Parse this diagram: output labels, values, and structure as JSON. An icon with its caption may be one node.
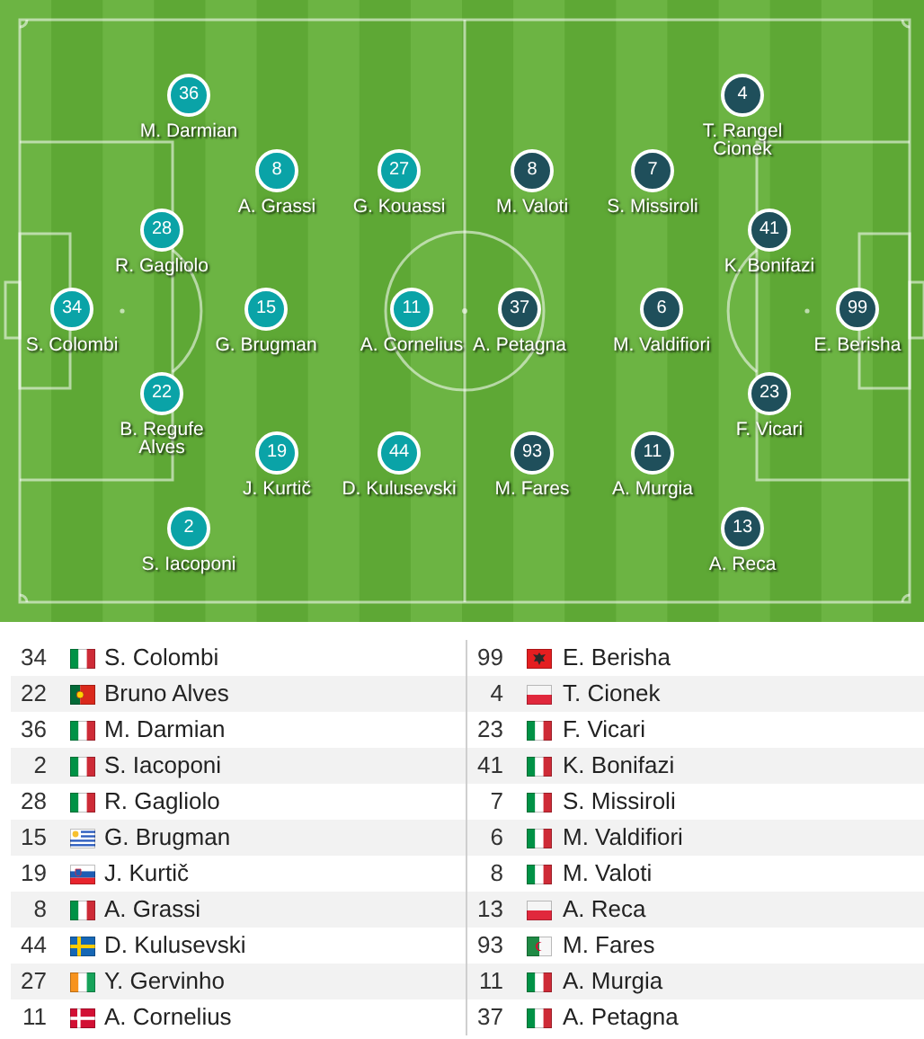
{
  "diagram": {
    "nodes": [
      {
        "text": [
          "34"
        ],
        "beside": [
          "S. Colombi"
        ]
      },
      {
        "text": [
          "36"
        ],
        "beside": [
          "M. Darmian"
        ]
      },
      {
        "text": [
          "28"
        ],
        "beside": [
          "R. Gagliolo"
        ]
      },
      {
        "text": [
          "22"
        ],
        "beside": [
          "B. Regufe Alves"
        ]
      },
      {
        "text": [
          "2"
        ],
        "beside": [
          "S. Iacoponi"
        ]
      },
      {
        "text": [
          "8"
        ],
        "beside": [
          "A. Grassi"
        ]
      },
      {
        "text": [
          "15"
        ],
        "beside": [
          "G. Brugman"
        ]
      },
      {
        "text": [
          "19"
        ],
        "beside": [
          "J. Kurtič"
        ]
      },
      {
        "text": [
          "27"
        ],
        "beside": [
          "G. Kouassi"
        ]
      },
      {
        "text": [
          "11"
        ],
        "beside": [
          "A. Cornelius"
        ]
      },
      {
        "text": [
          "44"
        ],
        "beside": [
          "D. Kulusevski"
        ]
      },
      {
        "text": [
          "37"
        ],
        "beside": [
          "A. Petagna"
        ]
      },
      {
        "text": [
          "8"
        ],
        "beside": [
          "M. Valoti"
        ]
      },
      {
        "text": [
          "93"
        ],
        "beside": [
          "M. Fares"
        ]
      },
      {
        "text": [
          "7"
        ],
        "beside": [
          "S. Missiroli"
        ]
      },
      {
        "text": [
          "6"
        ],
        "beside": [
          "M. Valdifiori"
        ]
      },
      {
        "text": [
          "11"
        ],
        "beside": [
          "A. Murgia"
        ]
      },
      {
        "text": [
          "4"
        ],
        "beside": [
          "T. Rangel Cionek"
        ]
      },
      {
        "text": [
          "41"
        ],
        "beside": [
          "K. Bonifazi"
        ]
      },
      {
        "text": [
          "23"
        ],
        "beside": [
          "F. Vicari"
        ]
      },
      {
        "text": [
          "13"
        ],
        "beside": [
          "A. Reca"
        ]
      },
      {
        "text": [
          "99"
        ],
        "beside": [
          "E. Berisha"
        ]
      }
    ],
    "labels": [
      "34",
      "S. Colombi",
      "99",
      "E. Berisha",
      "22",
      "Bruno Alves",
      "4",
      "T. Cionek",
      "36",
      "M. Darmian",
      "23",
      "F. Vicari",
      "2",
      "S. Iacoponi",
      "41",
      "K. Bonifazi",
      "28",
      "R. Gagliolo",
      "7",
      "S. Missiroli",
      "15",
      "G. Brugman",
      "6",
      "M. Valdifiori",
      "19",
      "J. Kurtič",
      "8",
      "M. Valoti",
      "8",
      "A. Grassi",
      "13",
      "A. Reca",
      "44",
      "D. Kulusevski",
      "93",
      "M. Fares",
      "27",
      "Y. Gervinho",
      "11",
      "A. Murgia",
      "11",
      "A. Cornelius",
      "37",
      "A. Petagna"
    ]
  }
}
